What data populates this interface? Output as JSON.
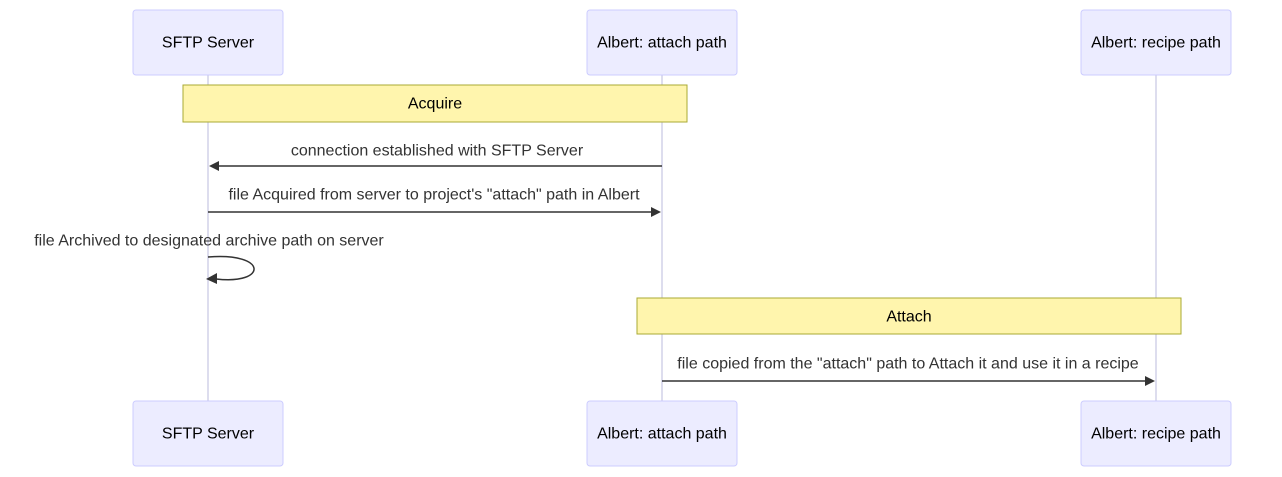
{
  "participants": [
    {
      "id": "sftp",
      "label": "SFTP Server"
    },
    {
      "id": "attach",
      "label": "Albert: attach path"
    },
    {
      "id": "recipe",
      "label": "Albert: recipe path"
    }
  ],
  "notes": [
    {
      "label": "Acquire",
      "over": [
        "sftp",
        "attach"
      ]
    },
    {
      "label": "Attach",
      "over": [
        "attach",
        "recipe"
      ]
    }
  ],
  "messages": [
    {
      "from": "attach",
      "to": "sftp",
      "label": "connection established with SFTP Server"
    },
    {
      "from": "sftp",
      "to": "attach",
      "label": "file Acquired from server to project's \"attach\" path in Albert"
    },
    {
      "from": "sftp",
      "to": "sftp",
      "label": "file Archived to designated archive path on server"
    },
    {
      "from": "attach",
      "to": "recipe",
      "label": "file copied from the \"attach\" path to Attach it and use it in a recipe"
    }
  ],
  "colors": {
    "actor_fill": "#ECECFF",
    "actor_border": "#CCCCFF",
    "lifeline": "#DDDDEE",
    "note_fill": "#FFF5AD",
    "note_border": "#AAAA33",
    "message": "#333333"
  }
}
